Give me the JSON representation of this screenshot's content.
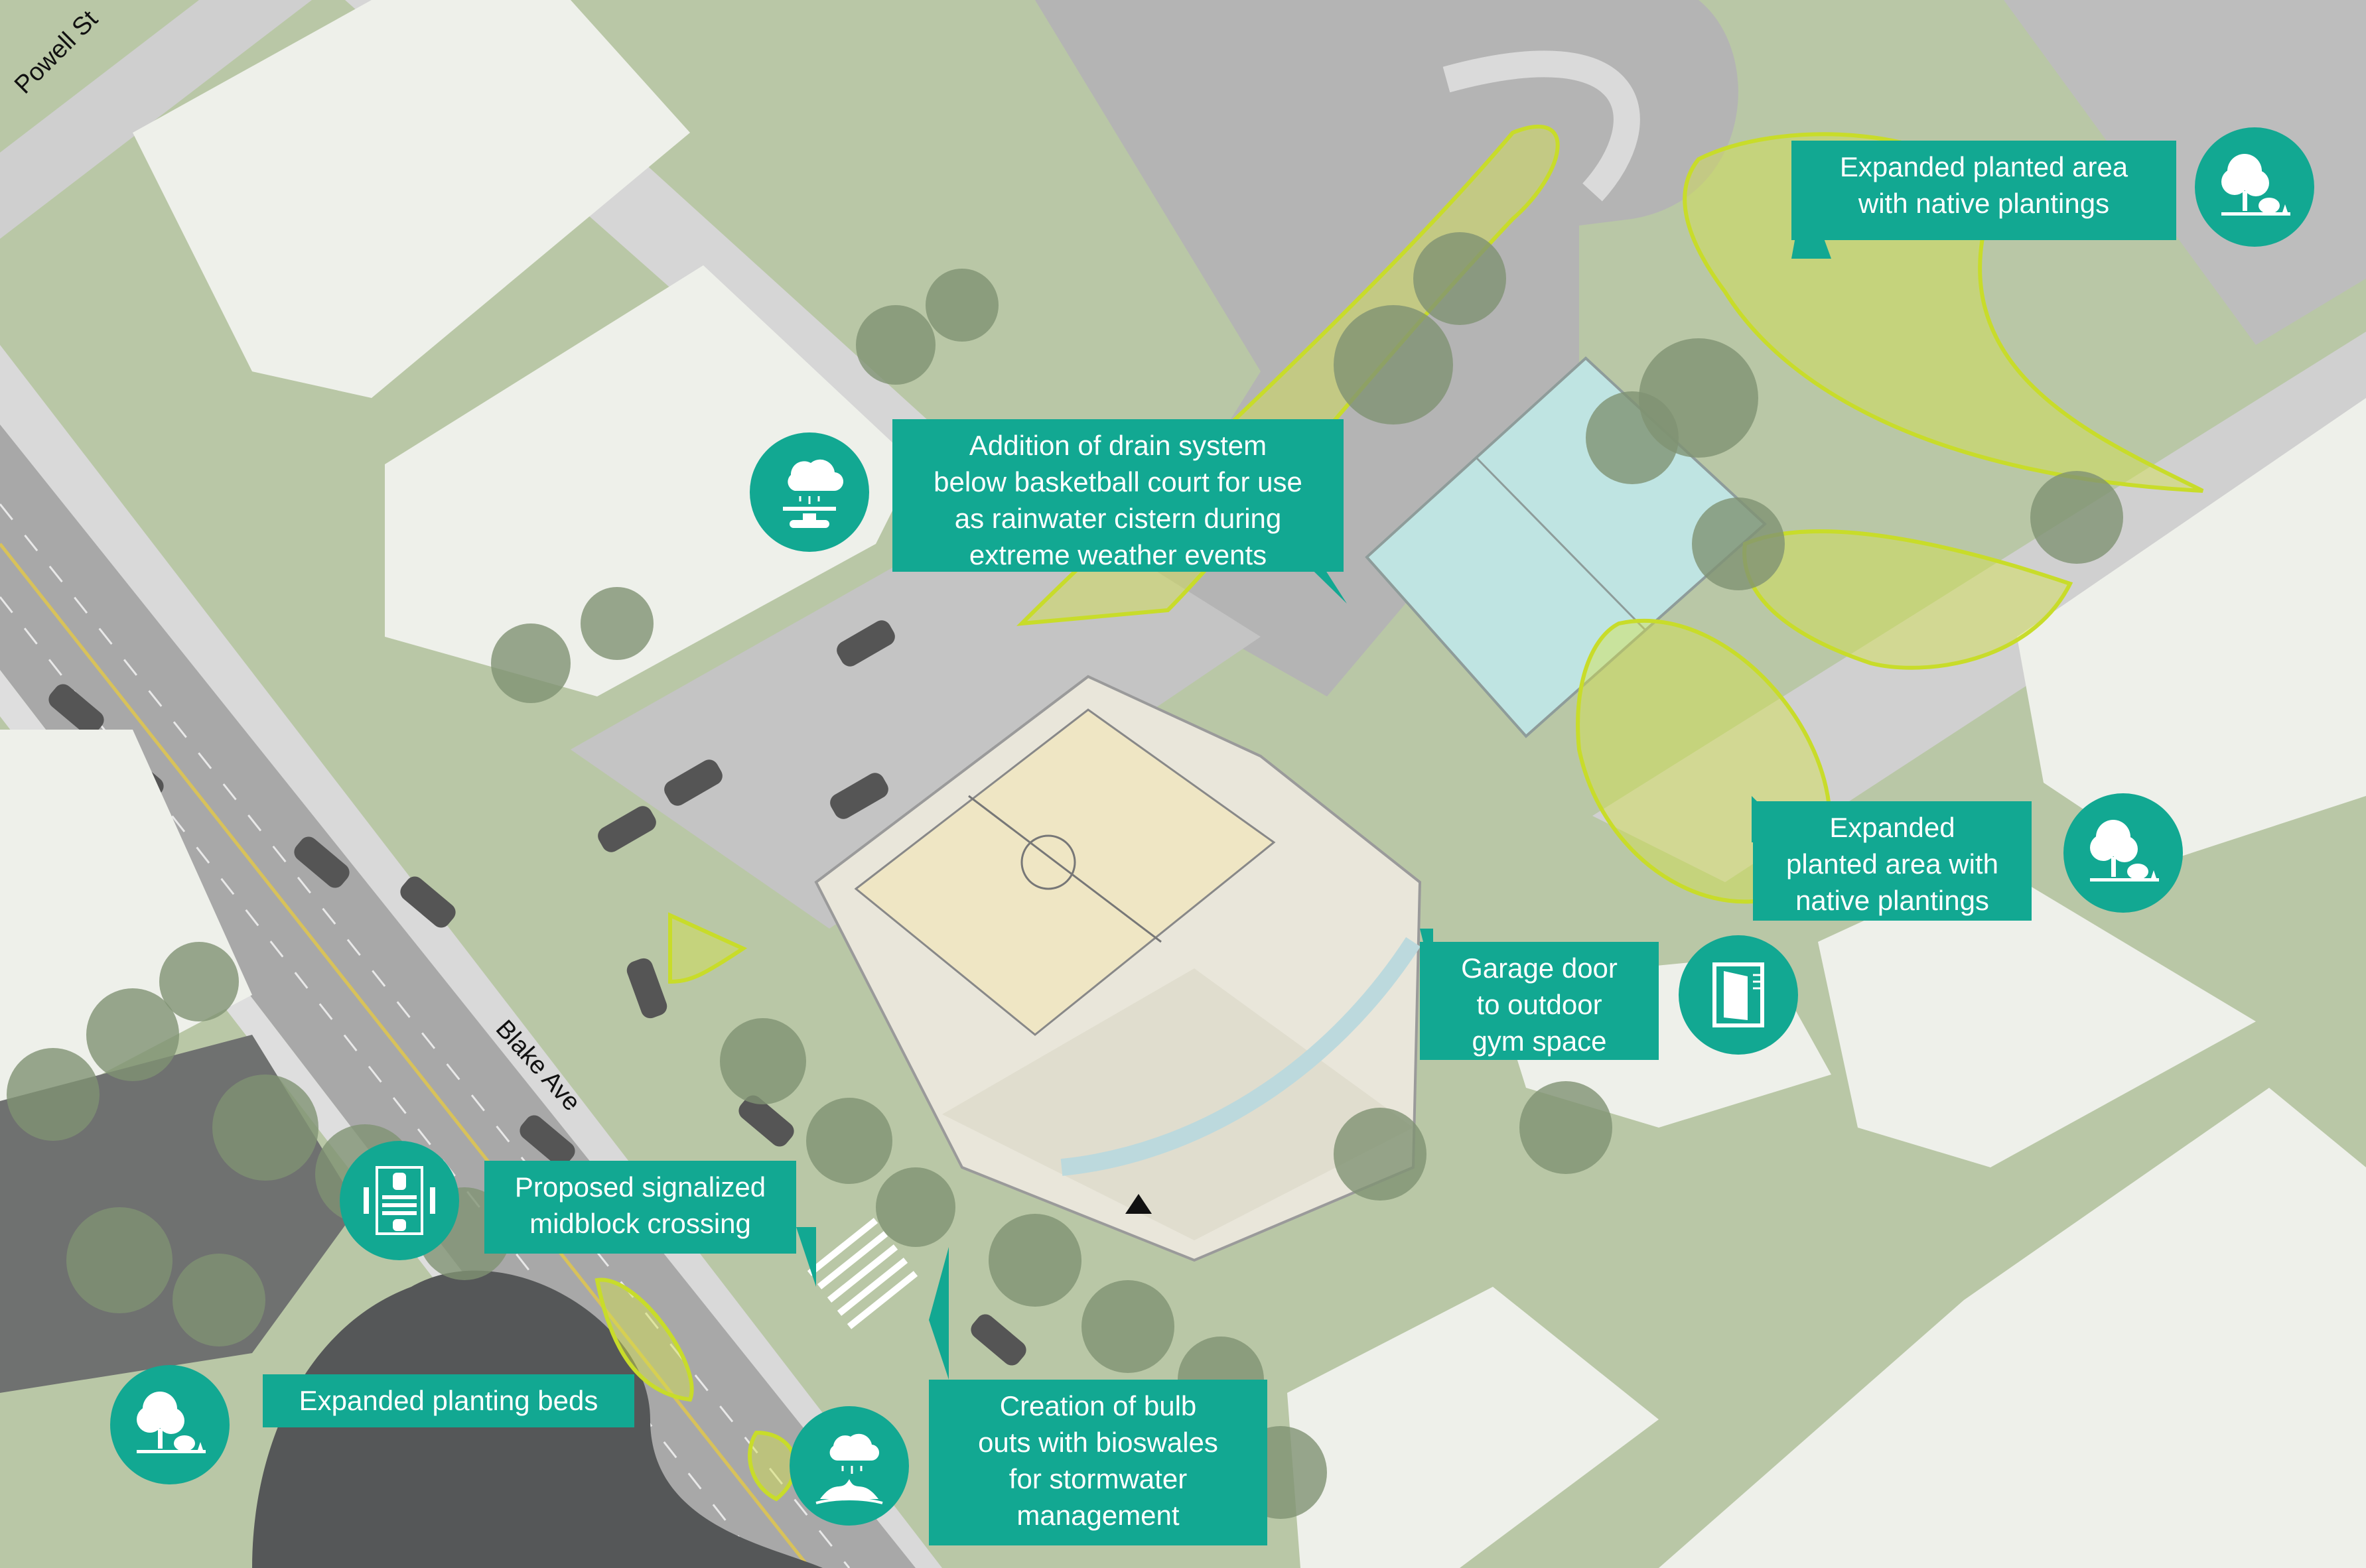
{
  "streets": {
    "powell": "Powell St",
    "blake": "Blake Ave"
  },
  "callouts": {
    "drain": [
      "Addition of drain system",
      "below basketball court for use",
      "as rainwater cistern during",
      "extreme weather events"
    ],
    "planted_top": [
      "Expanded planted area",
      "with native plantings"
    ],
    "planted_right": [
      "Expanded",
      "planted area with",
      "native plantings"
    ],
    "garage": [
      "Garage door",
      "to outdoor",
      "gym space"
    ],
    "crossing": [
      "Proposed signalized",
      "midblock crossing"
    ],
    "beds": [
      "Expanded planting beds"
    ],
    "bulb": [
      "Creation of bulb",
      "outs with bioswales",
      "for stormwater",
      "management"
    ]
  },
  "icons": {
    "drain": "rain-cistern-icon",
    "planted_top": "tree-planting-icon",
    "planted_right": "tree-planting-icon",
    "garage": "garage-door-icon",
    "crossing": "crosswalk-icon",
    "beds": "tree-planting-icon",
    "bulb": "bioswale-rain-icon"
  },
  "colors": {
    "callout": "#12a892",
    "planting_overlay": "#d4e24a",
    "lawn": "#b9c7a6",
    "road": "#a6a6a6",
    "building_floor": "#efe6c4",
    "court": "#bfe4e2"
  }
}
